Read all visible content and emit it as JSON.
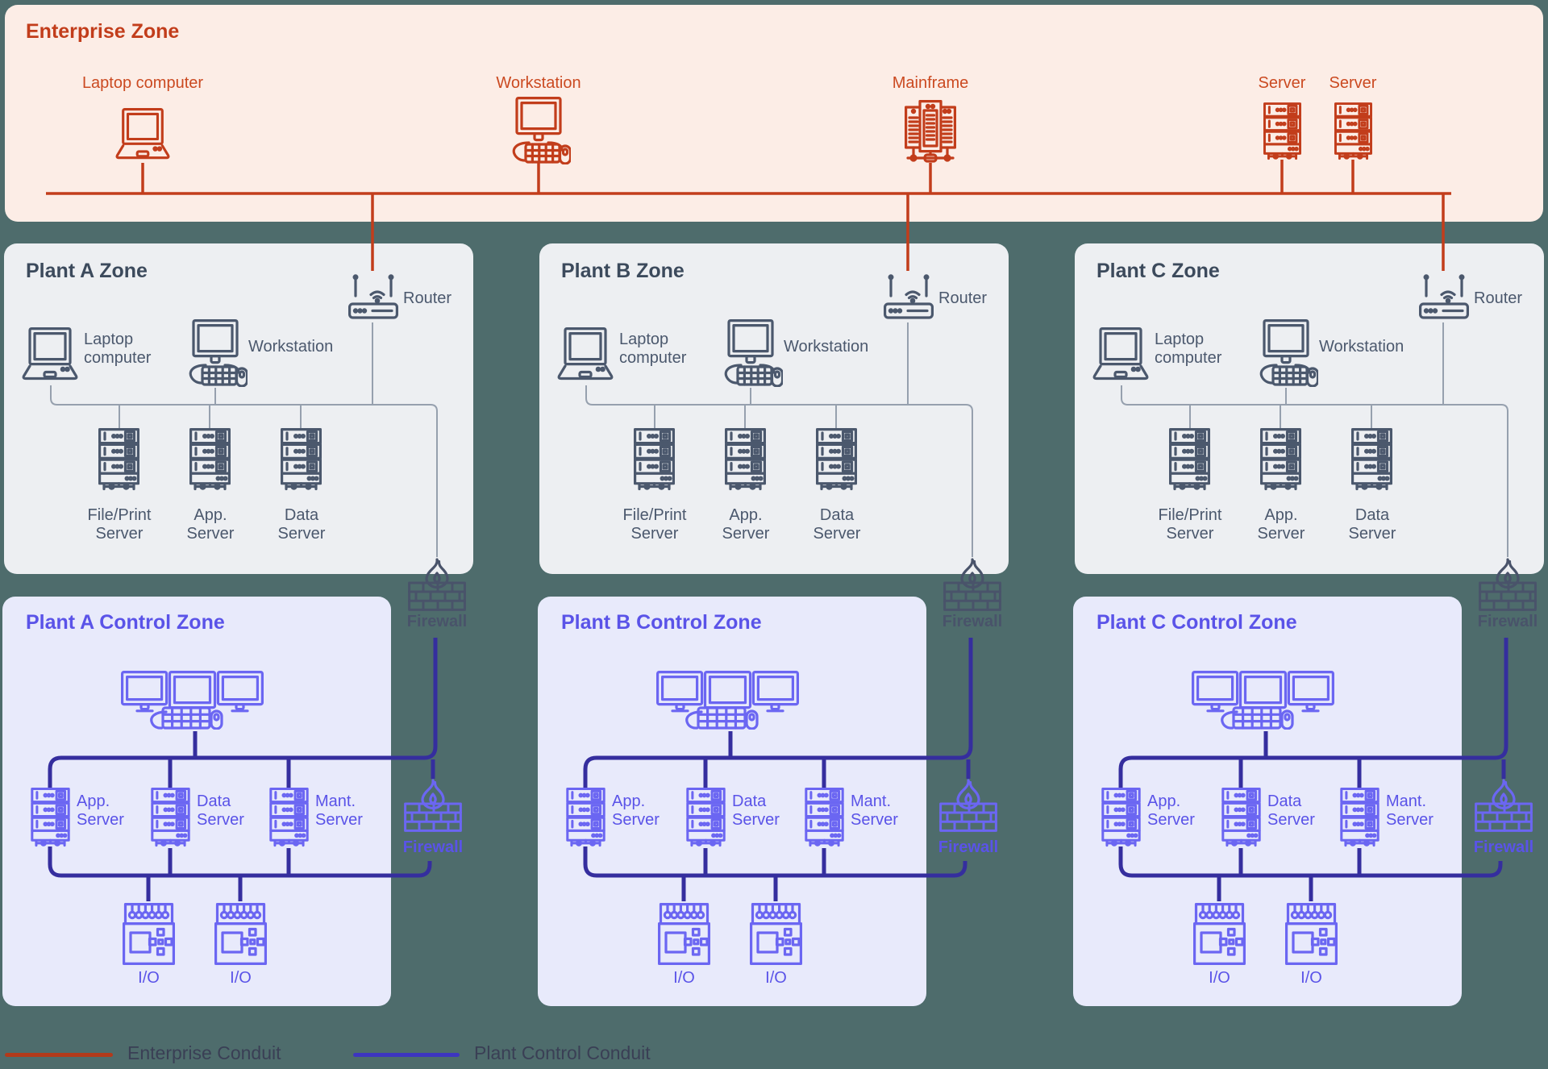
{
  "page": {
    "background_color": "#4e6c6c"
  },
  "enterprise_zone": {
    "title": "Enterprise Zone",
    "panel_color": "#fcede6",
    "accent_color": "#c23d1b",
    "devices": [
      {
        "icon": "laptop-icon",
        "label": "Laptop computer"
      },
      {
        "icon": "workstation-icon",
        "label": "Workstation"
      },
      {
        "icon": "mainframe-icon",
        "label": "Mainframe"
      },
      {
        "icon": "server-icon",
        "label": "Server"
      },
      {
        "icon": "server-icon",
        "label": "Server"
      }
    ]
  },
  "plant_zones": [
    {
      "title": "Plant A Zone",
      "router_label": "Router",
      "laptop_label": "Laptop computer",
      "workstation_label": "Workstation",
      "servers": [
        "File/Print Server",
        "App. Server",
        "Data Server"
      ],
      "firewall_label": "Firewall"
    },
    {
      "title": "Plant B Zone",
      "router_label": "Router",
      "laptop_label": "Laptop computer",
      "workstation_label": "Workstation",
      "servers": [
        "File/Print Server",
        "App. Server",
        "Data Server"
      ],
      "firewall_label": "Firewall"
    },
    {
      "title": "Plant C Zone",
      "router_label": "Router",
      "laptop_label": "Laptop computer",
      "workstation_label": "Workstation",
      "servers": [
        "File/Print Server",
        "App. Server",
        "Data Server"
      ],
      "firewall_label": "Firewall"
    }
  ],
  "control_zones": [
    {
      "title": "Plant A Control Zone",
      "servers": [
        "App. Server",
        "Data Server",
        "Mant. Server"
      ],
      "io_labels": [
        "I/O",
        "I/O"
      ],
      "firewall_label": "Firewall"
    },
    {
      "title": "Plant B Control Zone",
      "servers": [
        "App. Server",
        "Data Server",
        "Mant. Server"
      ],
      "io_labels": [
        "I/O",
        "I/O"
      ],
      "firewall_label": "Firewall"
    },
    {
      "title": "Plant C Control Zone",
      "servers": [
        "App. Server",
        "Data Server",
        "Mant. Server"
      ],
      "io_labels": [
        "I/O",
        "I/O"
      ],
      "firewall_label": "Firewall"
    }
  ],
  "legend": {
    "items": [
      {
        "label": "Enterprise Conduit",
        "color": "#b23a1b"
      },
      {
        "label": "Plant Control Conduit",
        "color": "#3d35c0"
      }
    ]
  },
  "conduit_colors": {
    "enterprise_conduit": "#c23d1b",
    "plant_control_conduit": "#352e9e",
    "plant_lan": "#96a0ae"
  }
}
